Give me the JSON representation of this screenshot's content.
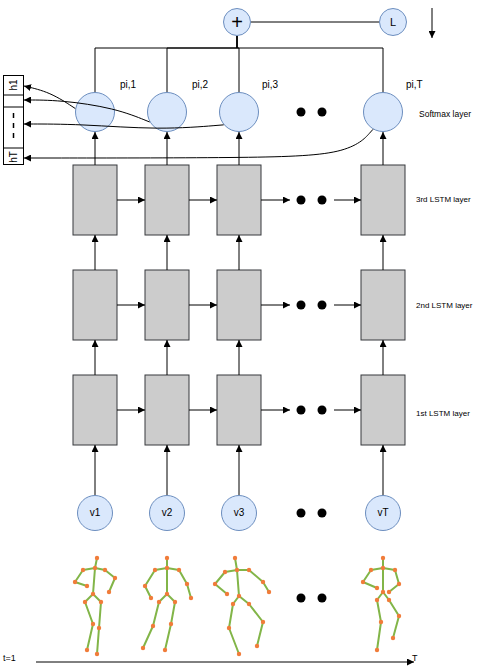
{
  "diagram": {
    "nodes": [
      {
        "text": [
          "+"
        ]
      },
      {
        "text": [
          "L"
        ]
      },
      {
        "text": [
          "pi,1"
        ]
      },
      {
        "text": [
          "pi,2"
        ]
      },
      {
        "text": [
          "pi,3"
        ]
      },
      {
        "text": [
          "pi,T"
        ]
      },
      {
        "text": [
          "h1",
          "hT"
        ]
      },
      {
        "text": [
          "v1"
        ]
      },
      {
        "text": [
          "v2"
        ]
      },
      {
        "text": [
          "v3"
        ]
      },
      {
        "text": [
          "vT"
        ]
      }
    ],
    "edges": [
      {
        "from": 2,
        "to": 0,
        "arrow": "none"
      },
      {
        "from": 3,
        "to": 0,
        "arrow": "none"
      },
      {
        "from": 4,
        "to": 0,
        "arrow": "none"
      },
      {
        "from": 5,
        "to": 0,
        "arrow": "none"
      },
      {
        "from": 0,
        "to": 1,
        "arrow": "none"
      },
      {
        "from": 2,
        "to": 6,
        "arrow": "to"
      },
      {
        "from": 3,
        "to": 6,
        "arrow": "to"
      },
      {
        "from": 4,
        "to": 6,
        "arrow": "to"
      },
      {
        "from": 5,
        "to": 6,
        "arrow": "to"
      }
    ],
    "labels": [
      "Softmax layer",
      "3rd LSTM layer",
      "2nd LSTM layer",
      "1st LSTM layer",
      "t=1",
      "T"
    ]
  }
}
